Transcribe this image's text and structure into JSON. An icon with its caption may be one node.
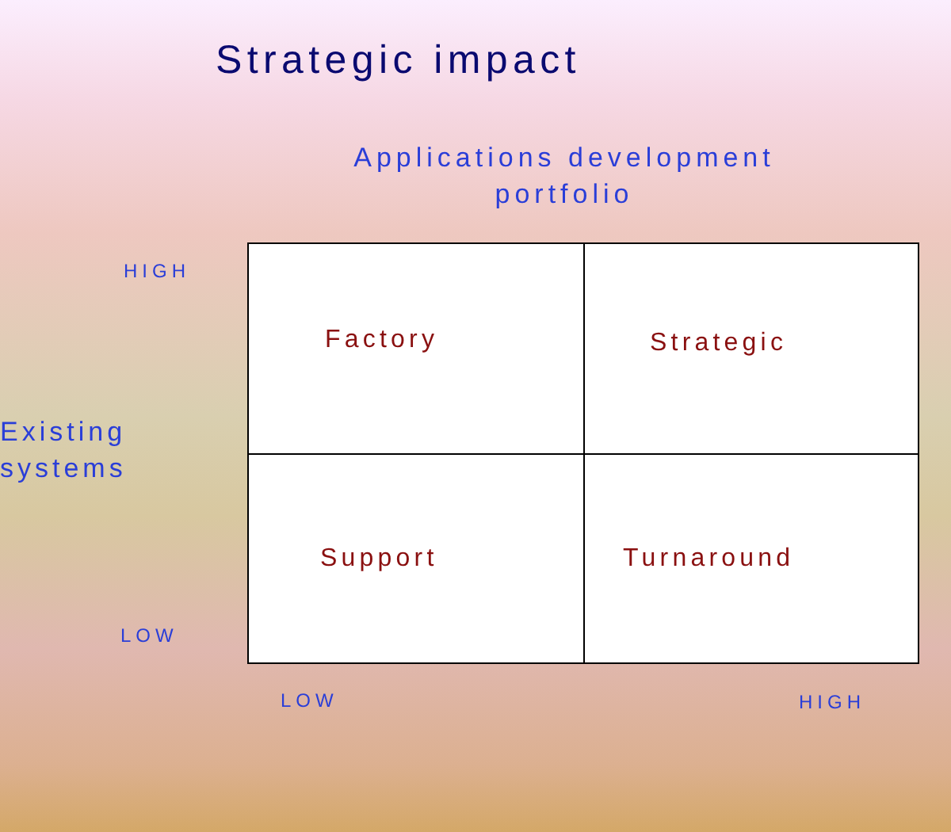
{
  "diagram": {
    "title": "Strategic impact",
    "nodes": [
      {
        "text": [
          "Factory"
        ]
      },
      {
        "text": [
          "Strategic"
        ]
      },
      {
        "text": [
          "Support"
        ]
      },
      {
        "text": [
          "Turnaround"
        ]
      }
    ],
    "edges": [],
    "labels": [
      "Applications development portfolio",
      "HIGH",
      "Existing systems",
      "LOW",
      "LOW",
      "HIGH"
    ]
  }
}
